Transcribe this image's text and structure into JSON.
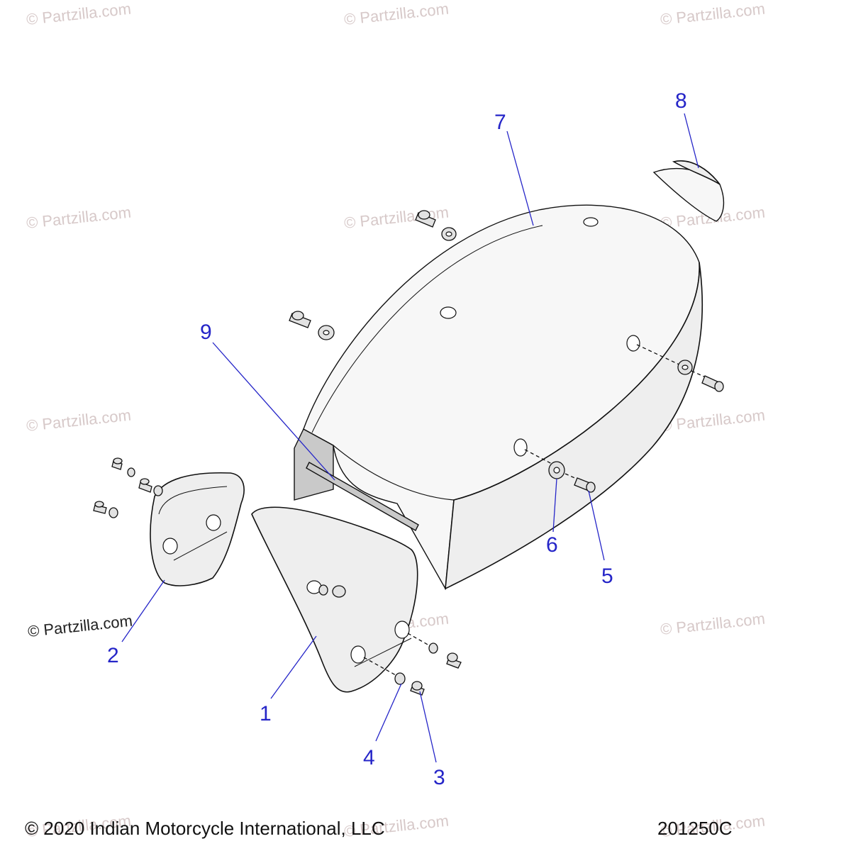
{
  "watermark": {
    "text": "© Partzilla.com"
  },
  "brand_mark": {
    "text": "© Partzilla.com"
  },
  "callouts": {
    "c1": "1",
    "c2": "2",
    "c3": "3",
    "c4": "4",
    "c5": "5",
    "c6": "6",
    "c7": "7",
    "c8": "8",
    "c9": "9"
  },
  "footer": {
    "copyright": "© 2020 Indian Motorcycle International, LLC",
    "diagram_code": "201250C"
  },
  "colors": {
    "callout": "#2525c8",
    "watermark": "#d7c9c9",
    "line": "#111111",
    "background": "#ffffff"
  }
}
